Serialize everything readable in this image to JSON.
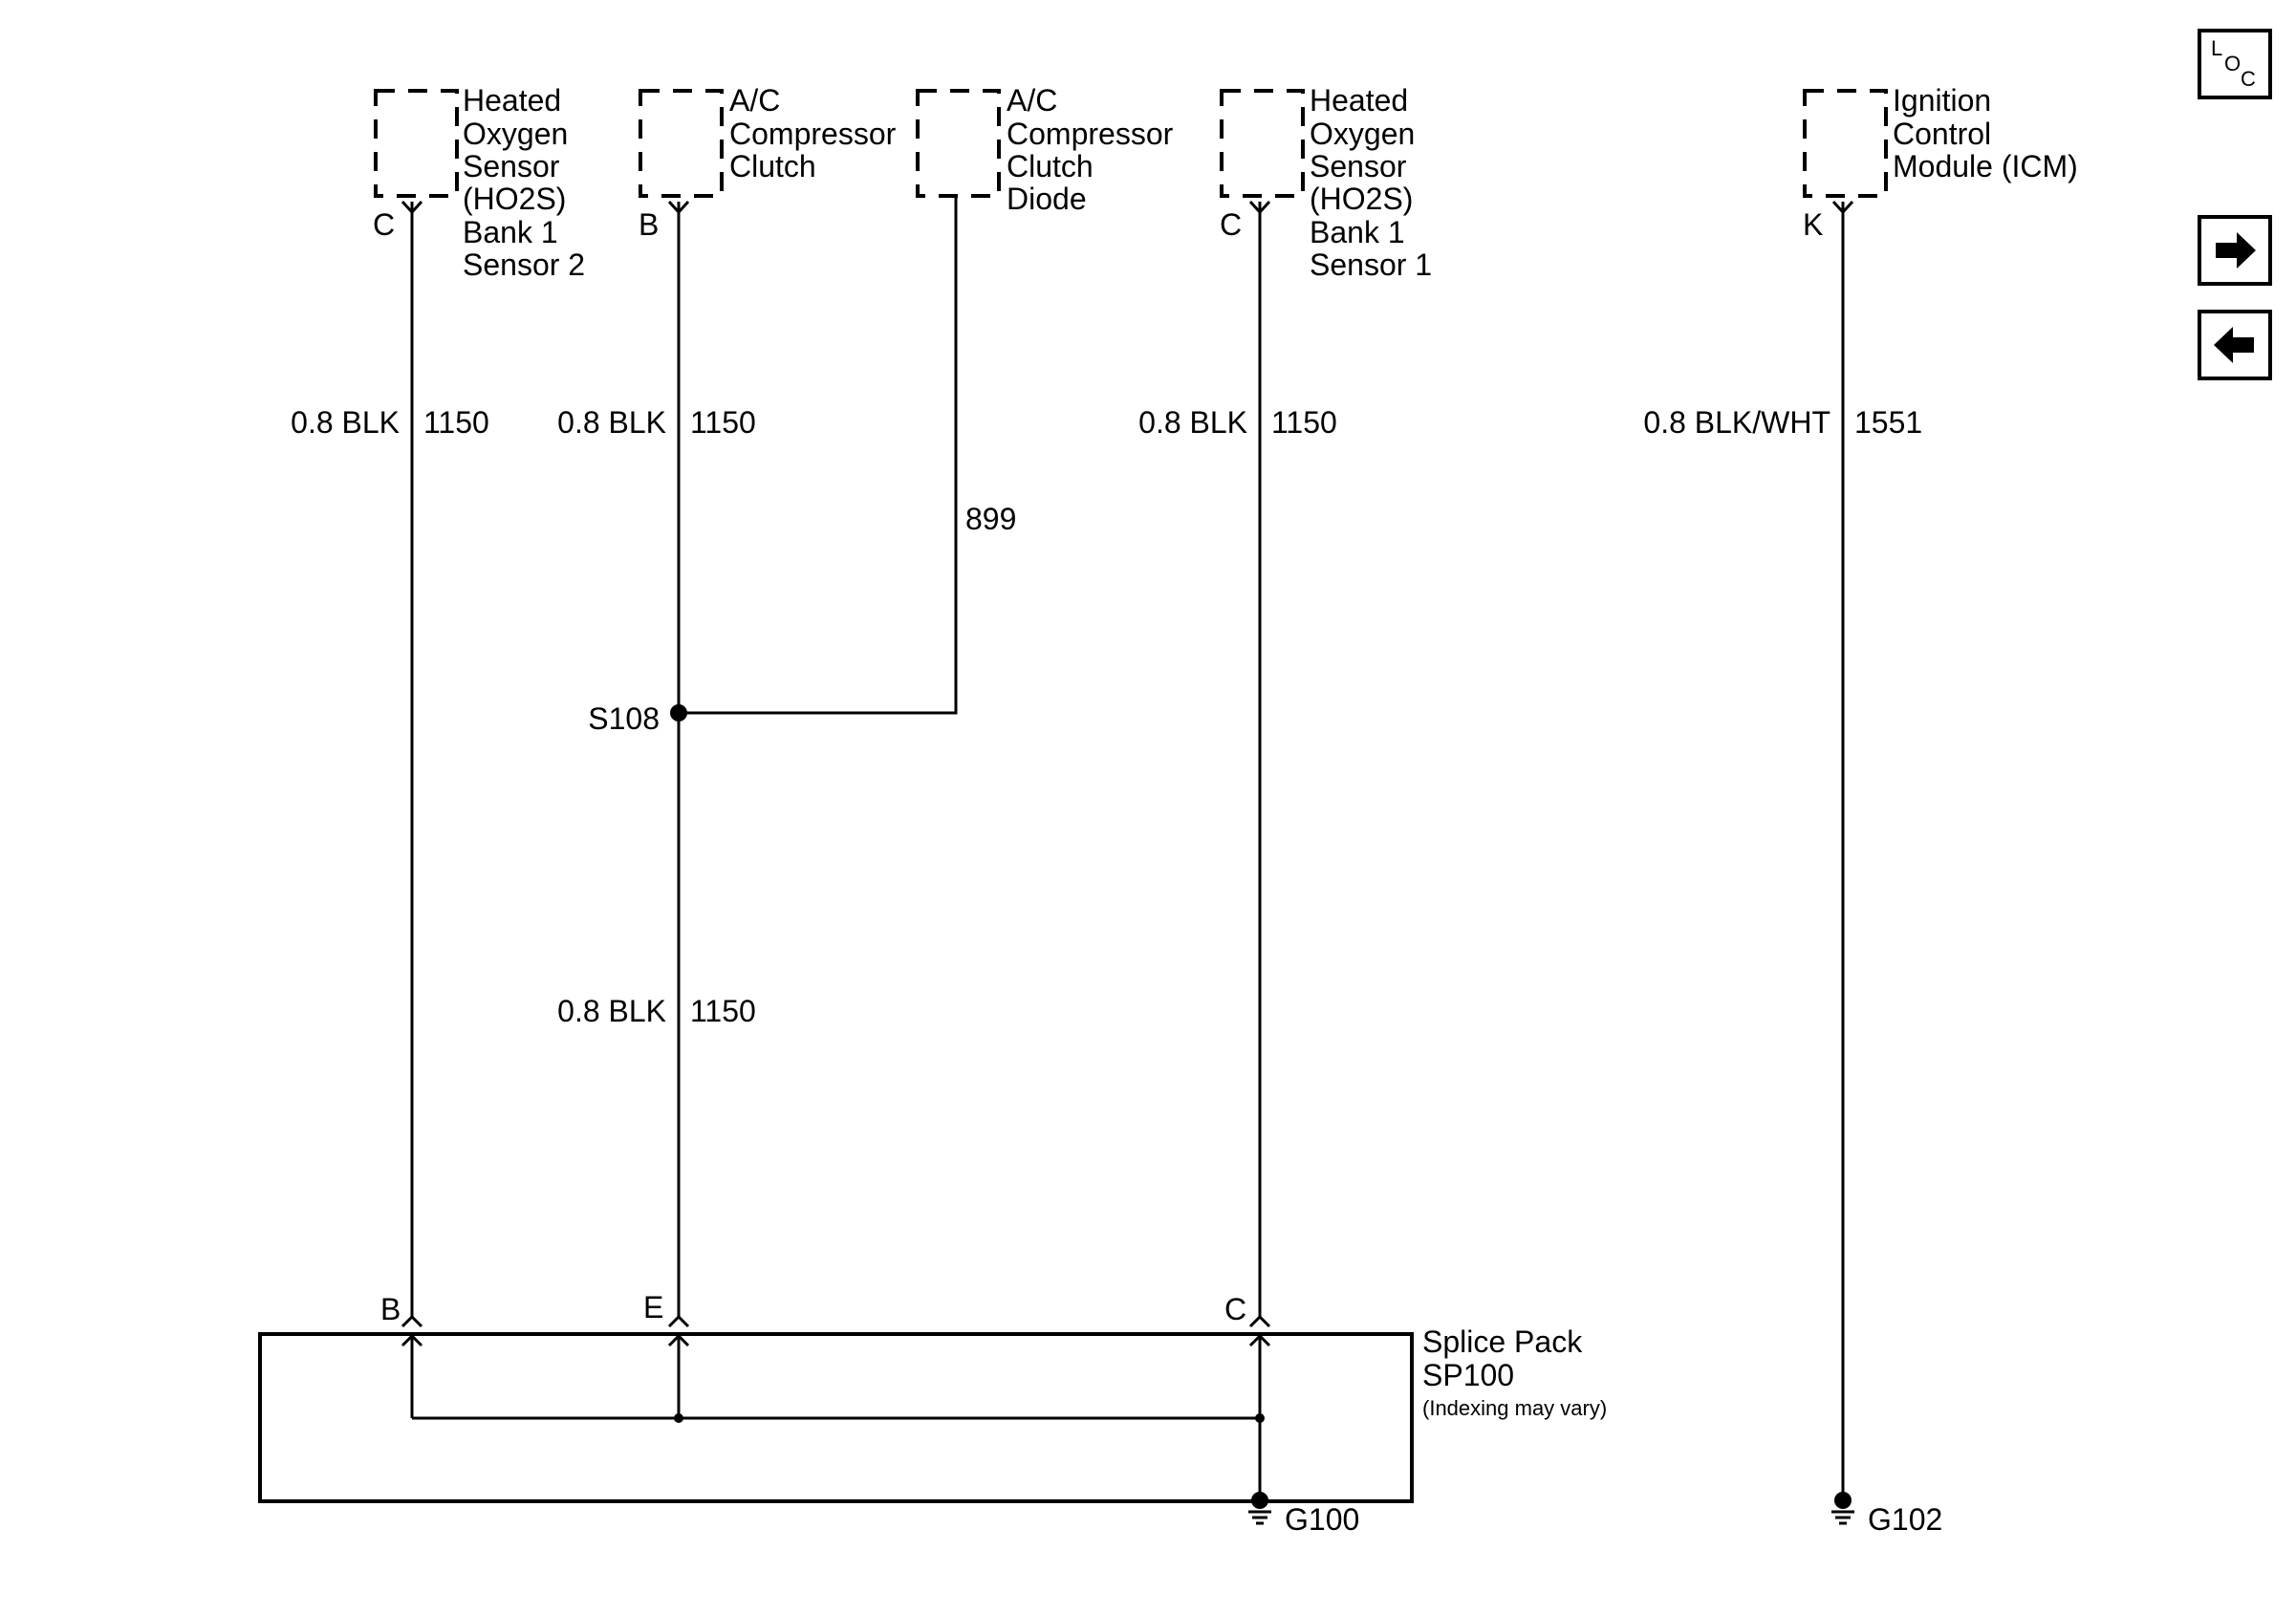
{
  "components": {
    "ho2s_b1s2": {
      "label": [
        "Heated",
        "Oxygen",
        "Sensor",
        "(HO2S)",
        "Bank 1",
        "Sensor 2"
      ],
      "pin": "C"
    },
    "ac_clutch": {
      "label": [
        "A/C",
        "Compressor",
        "Clutch"
      ],
      "pin": "B"
    },
    "ac_diode": {
      "label": [
        "A/C",
        "Compressor",
        "Clutch",
        "Diode"
      ]
    },
    "ho2s_b1s1": {
      "label": [
        "Heated",
        "Oxygen",
        "Sensor",
        "(HO2S)",
        "Bank 1",
        "Sensor 1"
      ],
      "pin": "C"
    },
    "icm": {
      "label": [
        "Ignition",
        "Control",
        "Module (ICM)"
      ],
      "pin": "K"
    }
  },
  "wires": {
    "w1": {
      "gauge_color": "0.8 BLK",
      "circuit": "1150"
    },
    "w2": {
      "gauge_color": "0.8 BLK",
      "circuit": "1150"
    },
    "w3": {
      "gauge_color": "0.8 BLK",
      "circuit": "1150"
    },
    "w4": {
      "gauge_color": "0.8 BLK/WHT",
      "circuit": "1551"
    },
    "w5": {
      "circuit": "899"
    },
    "w6": {
      "gauge_color": "0.8 BLK",
      "circuit": "1150"
    }
  },
  "splice": {
    "name": "S108"
  },
  "splice_pack": {
    "title": [
      "Splice Pack",
      "SP100"
    ],
    "note": "(Indexing may vary)",
    "pins": [
      "B",
      "E",
      "C"
    ]
  },
  "grounds": {
    "g100": "G100",
    "g102": "G102"
  },
  "nav": {
    "loc_icon": "loc-icon",
    "next_icon": "arrow-right-icon",
    "prev_icon": "arrow-left-icon"
  }
}
